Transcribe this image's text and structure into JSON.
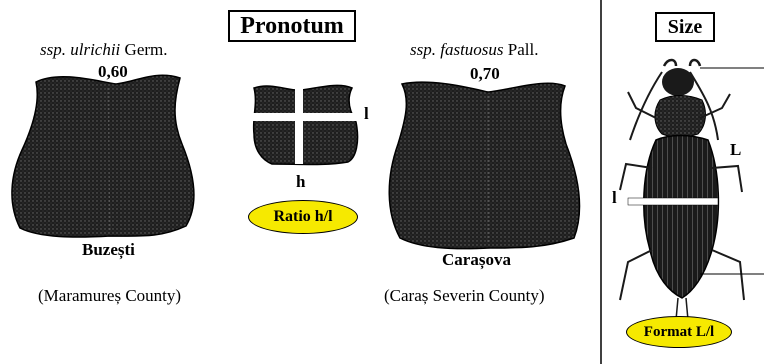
{
  "pronotum": {
    "title": "Pronotum",
    "left": {
      "subspecies_italic": "ssp. ulrichii",
      "author": "Germ.",
      "ratio": "0,60",
      "locality": "Buzești",
      "county": "(Maramureș County)"
    },
    "right": {
      "subspecies_italic": "ssp. fastuosus",
      "author": "Pall.",
      "ratio": "0,70",
      "locality": "Carașova",
      "county": "(Caraș Severin County)"
    },
    "diagram": {
      "l_label": "l",
      "h_label": "h",
      "ratio_badge": "Ratio h/l"
    }
  },
  "size": {
    "title": "Size",
    "L_label": "L",
    "l_label": "l",
    "format_badge": "Format L/l"
  },
  "colors": {
    "badge_fill": "#f6e900",
    "beetle_dark": "#1a1a1a"
  }
}
